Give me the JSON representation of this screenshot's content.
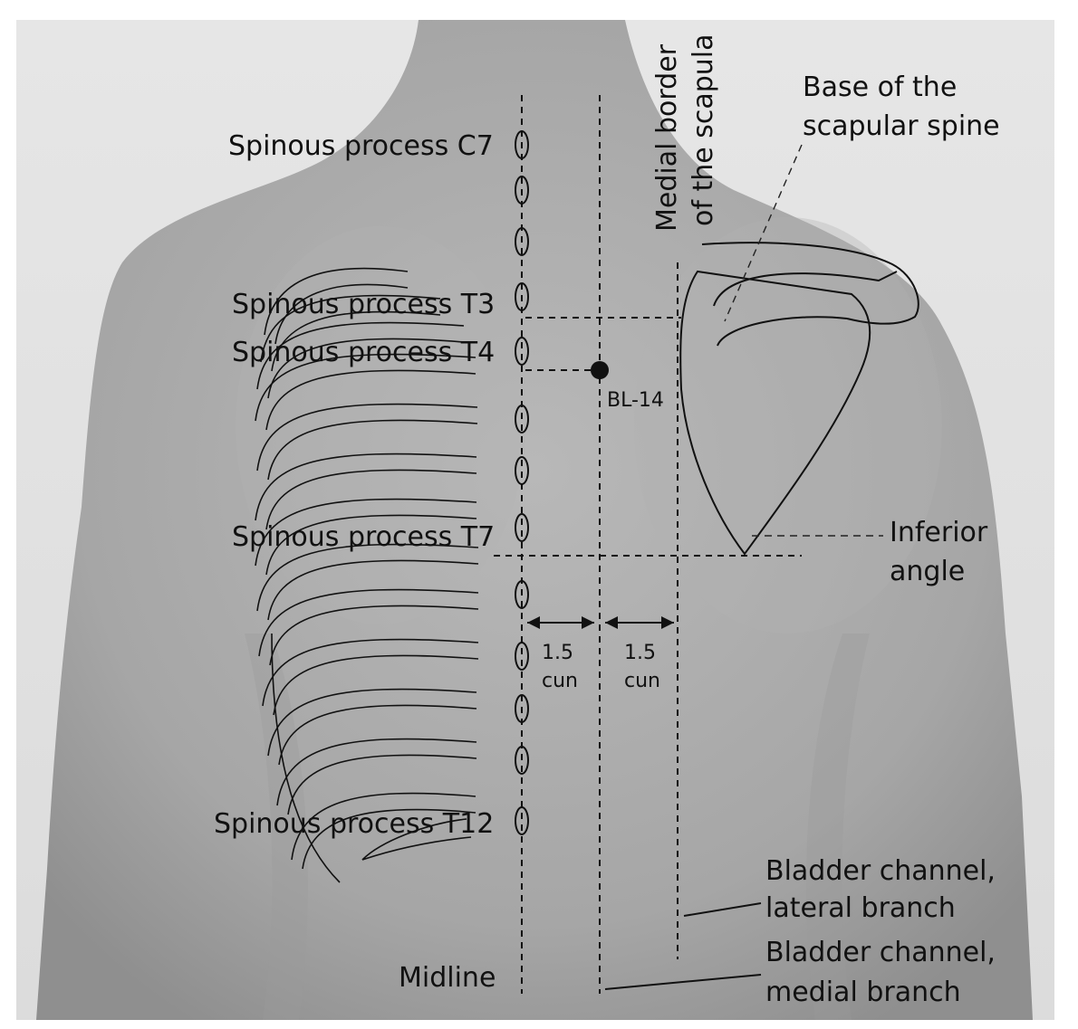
{
  "labels": {
    "c7": "Spinous process C7",
    "t3": "Spinous process T3",
    "t4": "Spinous process T4",
    "t7": "Spinous process T7",
    "t12": "Spinous process T12",
    "midline": "Midline",
    "medial_border_line1": "Medial border",
    "medial_border_line2": "of the scapula",
    "scapular_spine_line1": "Base of the",
    "scapular_spine_line2": "scapular spine",
    "inferior_line1": "Inferior",
    "inferior_line2": "angle",
    "lateral_line1": "Bladder channel,",
    "lateral_line2": "lateral branch",
    "medial_line1": "Bladder channel,",
    "medial_line2": "medial branch",
    "point": "BL-14",
    "dist1_value": "1.5",
    "dist1_unit": "cun",
    "dist2_value": "1.5",
    "dist2_unit": "cun"
  },
  "colors": {
    "skin": "#a9a9a9",
    "skin_light": "#c4c4c4",
    "background": "#e4e4e4",
    "line": "#111111"
  }
}
